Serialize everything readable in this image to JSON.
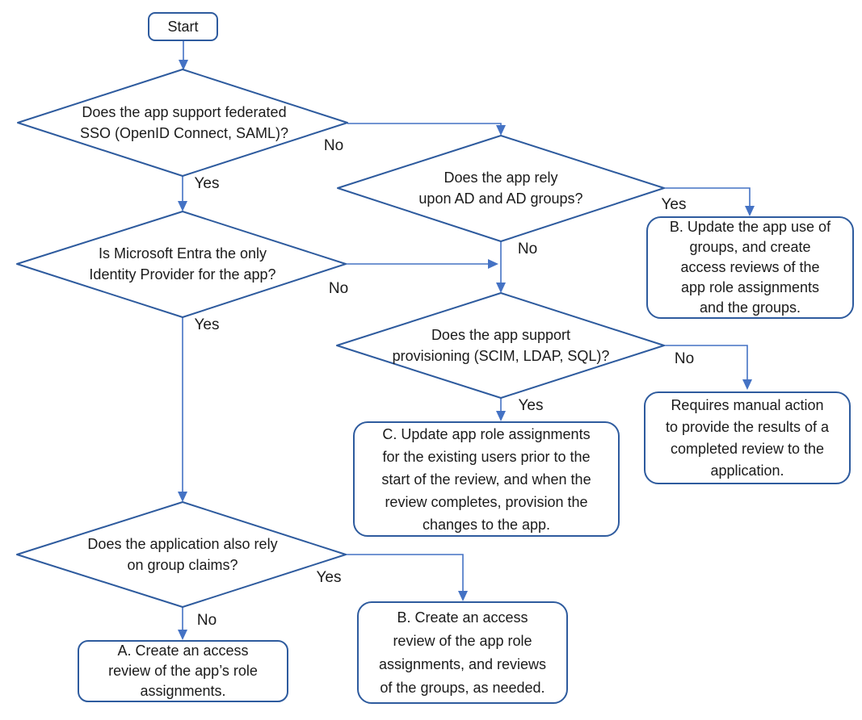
{
  "colors": {
    "shape_border": "#2e5b9e",
    "connector": "#4472c4",
    "text": "#1b1b1b"
  },
  "nodes": {
    "start": "Start",
    "q_federated_sso": "Does the app support federated\nSSO (OpenID Connect, SAML)?",
    "q_ad_groups": "Does the app rely\nupon AD and AD groups?",
    "q_entra_only_idp": "Is Microsoft Entra the only\nIdentity Provider for the app?",
    "q_provisioning": "Does the app support\nprovisioning (SCIM, LDAP, SQL)?",
    "q_group_claims": "Does the application also rely\non group claims?",
    "outcome_b_update_groups": "B. Update the app use of\ngroups, and create\naccess reviews of the\napp role assignments\nand the groups.",
    "outcome_manual_action": "Requires manual action\nto provide the results of a\ncompleted review to the\napplication.",
    "outcome_c_provision": "C. Update app role assignments\nfor the existing users prior to the\nstart of the review, and when the\nreview completes, provision the\nchanges to the app.",
    "outcome_a_access_review": "A. Create an access\nreview of the app’s role\nassignments.",
    "outcome_b_access_review": "B. Create an access\nreview of the app role\nassignments, and reviews\nof the groups, as needed."
  },
  "edge_labels": {
    "sso_no": "No",
    "sso_yes": "Yes",
    "ad_yes": "Yes",
    "ad_no": "No",
    "idp_no": "No",
    "idp_yes": "Yes",
    "prov_no": "No",
    "prov_yes": "Yes",
    "claims_yes": "Yes",
    "claims_no": "No"
  }
}
